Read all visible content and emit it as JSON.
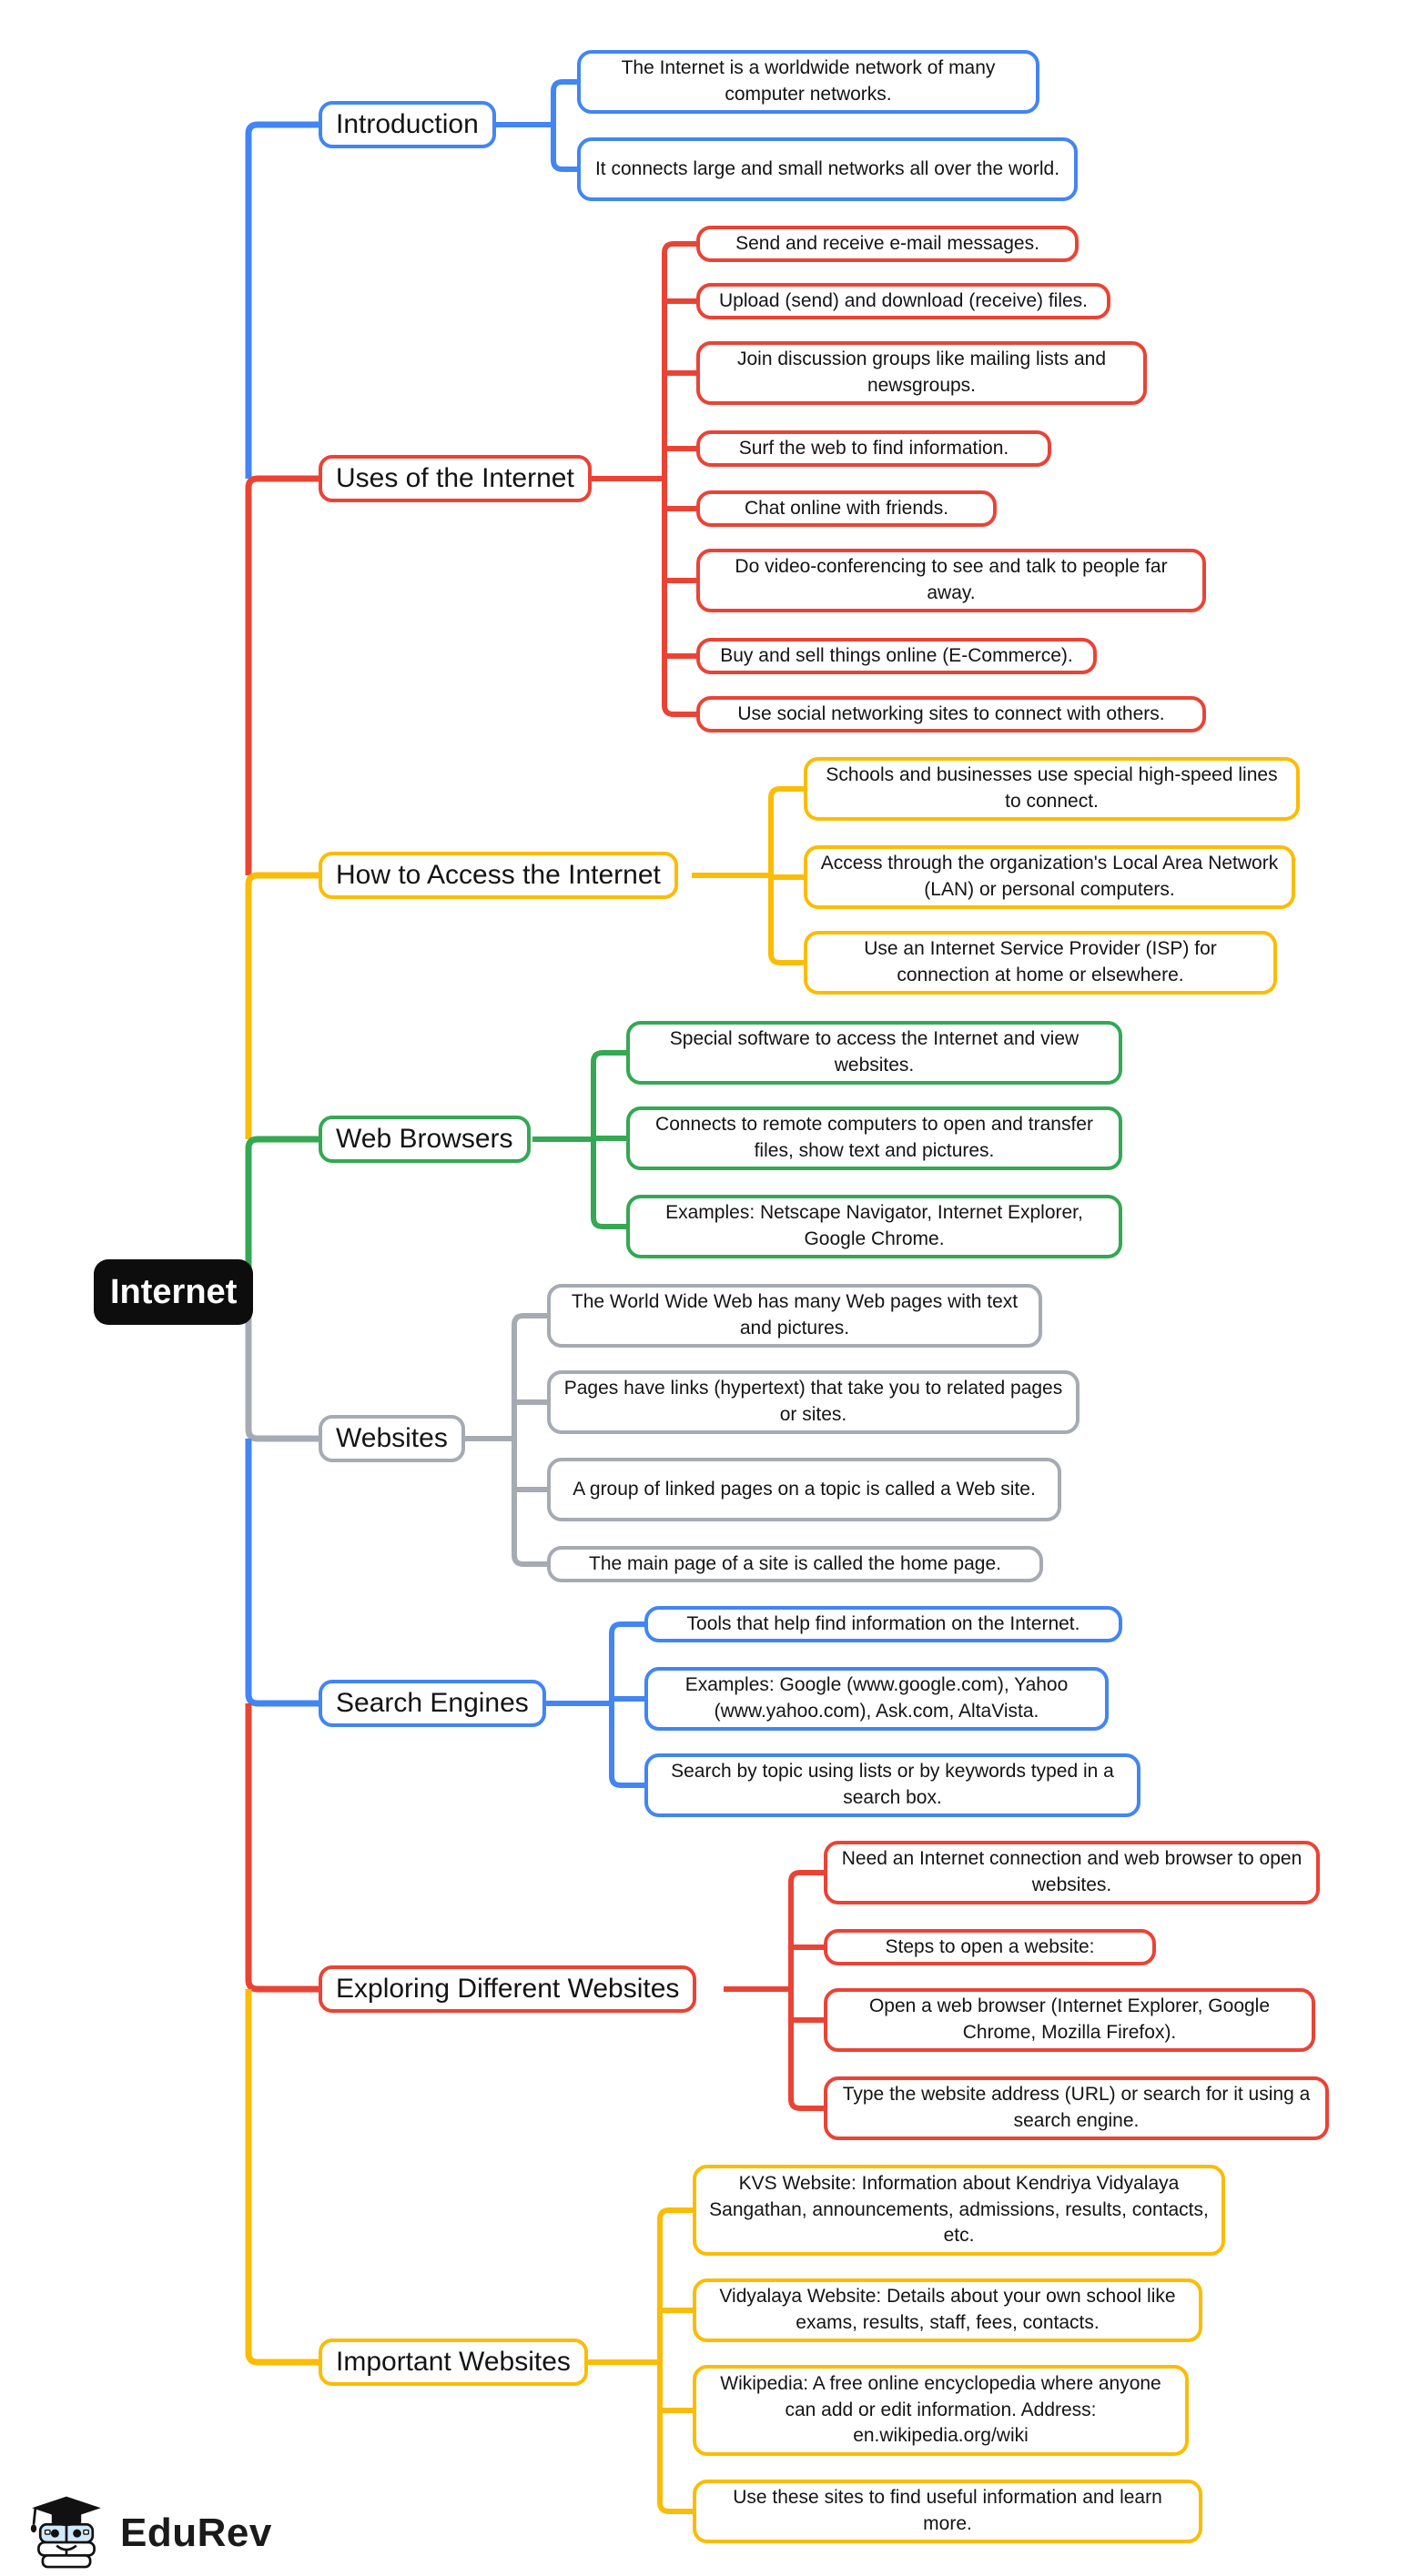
{
  "title": "Internet mind map",
  "colors": {
    "blue": "#4285F4",
    "red": "#EA4335",
    "yellow": "#FBBC05",
    "green": "#34A853",
    "gray": "#A6ABB2",
    "node_text": "#141414",
    "root_bg": "#0d0d0d",
    "root_text": "#ffffff",
    "background": "#ffffff"
  },
  "root": {
    "label": "Internet"
  },
  "branches": [
    {
      "label": "Introduction",
      "color": "blue",
      "leaves": [
        "The Internet is a worldwide network of many computer networks.",
        "It connects large and small networks all over the world."
      ]
    },
    {
      "label": "Uses of the Internet",
      "color": "red",
      "leaves": [
        "Send and receive e-mail messages.",
        "Upload (send) and download (receive) files.",
        "Join discussion groups like mailing lists and newsgroups.",
        "Surf the web to find information.",
        "Chat online with friends.",
        "Do video-conferencing to see and talk to people far away.",
        "Buy and sell things online (E-Commerce).",
        "Use social networking sites to connect with others."
      ]
    },
    {
      "label": "How to Access the Internet",
      "color": "yellow",
      "leaves": [
        "Schools and businesses use special high-speed lines to connect.",
        "Access through the organization's Local Area Network (LAN) or personal computers.",
        "Use an Internet Service Provider (ISP) for connection at home or elsewhere."
      ]
    },
    {
      "label": "Web Browsers",
      "color": "green",
      "leaves": [
        "Special software to access the Internet and view websites.",
        "Connects to remote computers to open and transfer files, show text and pictures.",
        "Examples: Netscape Navigator, Internet Explorer, Google Chrome."
      ]
    },
    {
      "label": "Websites",
      "color": "gray",
      "leaves": [
        "The World Wide Web has many Web pages with text and pictures.",
        "Pages have links (hypertext) that take you to related pages or sites.",
        "A group of linked pages on a topic is called a Web site.",
        "The main page of a site is called the home page."
      ]
    },
    {
      "label": "Search Engines",
      "color": "blue",
      "leaves": [
        "Tools that help find information on the Internet.",
        "Examples: Google (www.google.com), Yahoo (www.yahoo.com), Ask.com, AltaVista.",
        "Search by topic using lists or by keywords typed in a search box."
      ]
    },
    {
      "label": "Exploring Different Websites",
      "color": "red",
      "leaves": [
        "Need an Internet connection and web browser to open websites.",
        "Steps to open a website:",
        "Open a web browser (Internet Explorer, Google Chrome, Mozilla Firefox).",
        "Type the website address (URL) or search for it using a search engine."
      ]
    },
    {
      "label": "Important Websites",
      "color": "yellow",
      "leaves": [
        "KVS Website: Information about Kendriya Vidyalaya Sangathan, announcements, admissions, results, contacts, etc.",
        "Vidyalaya Website: Details about your own school like exams, results, staff, fees, contacts.",
        "Wikipedia: A free online encyclopedia where anyone can add or edit information. Address: en.wikipedia.org/wiki",
        "Use these sites to find useful information and learn more."
      ]
    }
  ],
  "footer": {
    "brand": "EduRev"
  }
}
